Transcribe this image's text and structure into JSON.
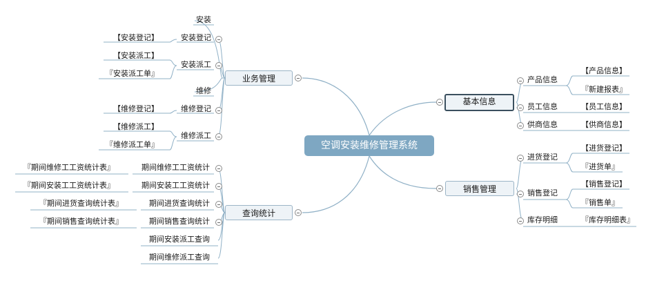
{
  "root": "空调安装维修管理系统",
  "branches": {
    "business": {
      "label": "业务管理",
      "install": "安装",
      "install_reg": "安装登记",
      "install_reg_leaf": "【安装登记】",
      "install_dispatch": "安装派工",
      "install_dispatch_leaf1": "【安装派工】",
      "install_dispatch_leaf2": "『安装派工单』",
      "repair": "维修",
      "repair_reg": "维修登记",
      "repair_reg_leaf": "【维修登记】",
      "repair_dispatch": "维修派工",
      "repair_dispatch_leaf1": "【维修派工】",
      "repair_dispatch_leaf2": "『维修派工单』"
    },
    "stats": {
      "label": "查询统计",
      "items": [
        {
          "label": "期间维修工工资统计",
          "leaf": "『期间维修工工资统计表』"
        },
        {
          "label": "期间安装工工资统计",
          "leaf": "『期间安装工工资统计表』"
        },
        {
          "label": "期间进货查询统计",
          "leaf": "『期间进货查询统计表』"
        },
        {
          "label": "期间销售查询统计",
          "leaf": "『期间销售查询统计表』"
        },
        {
          "label": "期间安装派工查询",
          "leaf": ""
        },
        {
          "label": "期间维修派工查询",
          "leaf": ""
        }
      ]
    },
    "basic": {
      "label": "基本信息",
      "product": "产品信息",
      "product_leaf1": "【产品信息】",
      "product_leaf2": "『新建报表』",
      "employee": "员工信息",
      "employee_leaf": "【员工信息】",
      "supplier": "供商信息",
      "supplier_leaf": "【供商信息】"
    },
    "sales": {
      "label": "销售管理",
      "purchase": "进货登记",
      "purchase_leaf1": "【进货登记】",
      "purchase_leaf2": "『进货单』",
      "sale": "销售登记",
      "sale_leaf1": "【销售登记】",
      "sale_leaf2": "『销售单』",
      "stock": "库存明细",
      "stock_leaf": "『库存明细表』"
    }
  }
}
